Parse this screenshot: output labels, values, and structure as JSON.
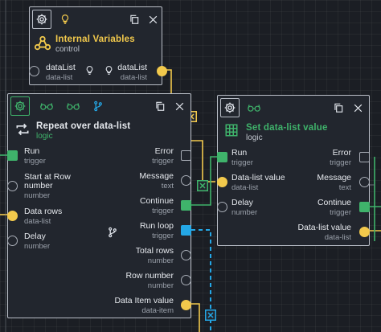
{
  "colors": {
    "background": "#1b1e24",
    "node_bg": "#22262e",
    "border": "#b9bec7",
    "control_title": "#f2c94c",
    "logic_title": "#3fb36b",
    "wire_yellow": "#f2c94c",
    "wire_green": "#3fb36b",
    "wire_blue": "#24a7e6"
  },
  "nodes": {
    "internal_variables": {
      "toolbar_icons": [
        "gear-icon",
        "bulb-icon",
        "copy-icon",
        "close-icon"
      ],
      "title": "Internal Variables",
      "subtitle": "control",
      "title_icon": "variables-icon",
      "ports": {
        "input": {
          "label": "dataList",
          "type": "data-list"
        },
        "output": {
          "label": "dataList",
          "type": "data-list"
        }
      }
    },
    "repeat": {
      "toolbar_icons": [
        "gear-icon",
        "glasses-icon",
        "glasses-icon",
        "branch-icon",
        "copy-icon",
        "close-icon"
      ],
      "title": "Repeat over data-list",
      "subtitle": "logic",
      "title_icon": "repeat-icon",
      "inputs": [
        {
          "label": "Run",
          "type": "trigger"
        },
        {
          "label": "Start at Row",
          "label2": "number",
          "type": "number"
        },
        {
          "label": "Data rows",
          "type": "data-list"
        },
        {
          "label": "Delay",
          "type": "number"
        }
      ],
      "outputs": [
        {
          "label": "Error",
          "type": "trigger"
        },
        {
          "label": "Message",
          "type": "text"
        },
        {
          "label": "Continue",
          "type": "trigger"
        },
        {
          "label": "Run loop",
          "type": "trigger"
        },
        {
          "label": "Total rows",
          "type": "number"
        },
        {
          "label": "Row number",
          "type": "number"
        },
        {
          "label": "Data Item value",
          "type": "data-item"
        }
      ]
    },
    "set_data_list": {
      "toolbar_icons": [
        "gear-icon",
        "glasses-icon",
        "copy-icon",
        "close-icon"
      ],
      "title": "Set data-list value",
      "subtitle": "logic",
      "title_icon": "grid-icon",
      "inputs": [
        {
          "label": "Run",
          "type": "trigger"
        },
        {
          "label": "Data-list value",
          "type": "data-list"
        },
        {
          "label": "Delay",
          "type": "number"
        }
      ],
      "outputs": [
        {
          "label": "Error",
          "type": "trigger"
        },
        {
          "label": "Message",
          "type": "text"
        },
        {
          "label": "Continue",
          "type": "trigger"
        },
        {
          "label": "Data-list value",
          "type": "data-list"
        }
      ]
    }
  }
}
